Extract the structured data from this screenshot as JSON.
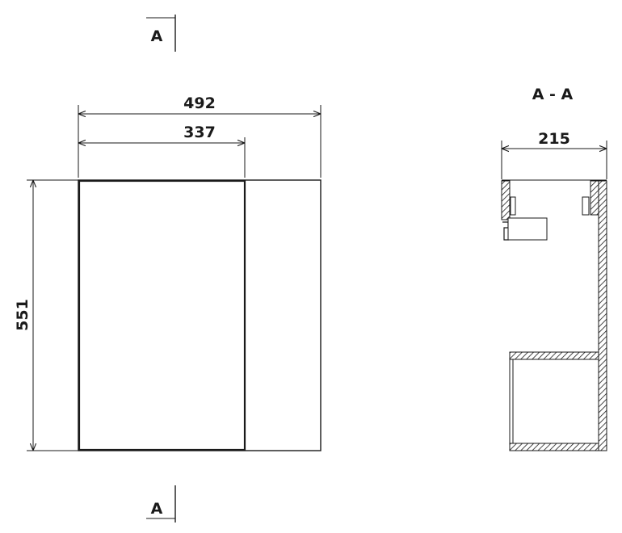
{
  "front_view": {
    "width_label": "492",
    "door_width_label": "337",
    "height_label": "551"
  },
  "section_view": {
    "title": "A - A",
    "depth_label": "215"
  },
  "section_marker": {
    "top_letter": "A",
    "bottom_letter": "A"
  }
}
